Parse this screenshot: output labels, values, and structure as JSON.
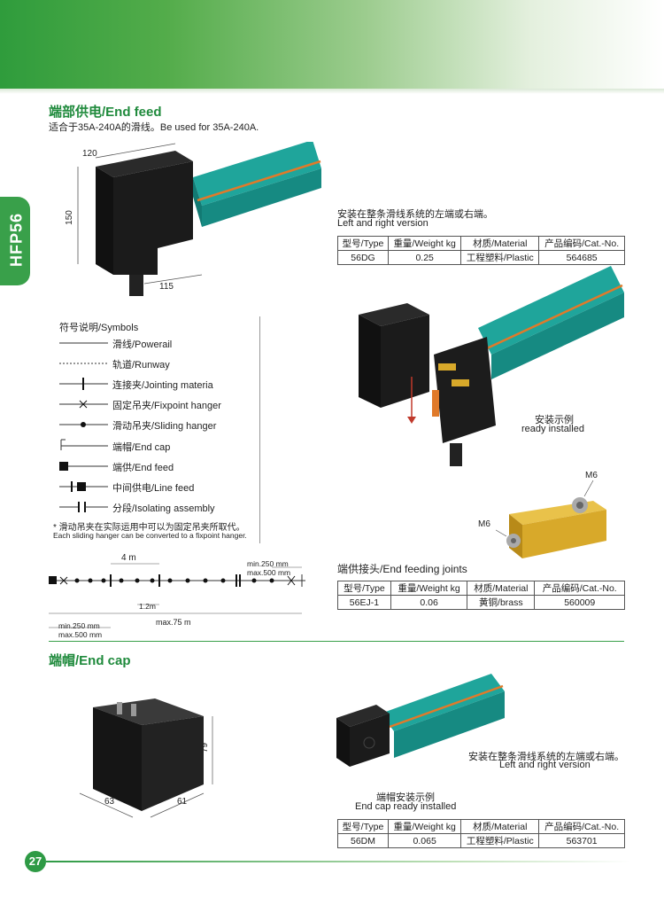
{
  "side_tab": "HFP56",
  "end_feed": {
    "title": "端部供电/End feed",
    "desc": "适合于35A-240A的滑线。Be used for 35A-240A.",
    "dims": {
      "w": "120",
      "h": "150",
      "d": "115"
    },
    "install_note_cn": "安装在整条滑线系统的左端或右端。",
    "install_note_en": "Left and right version",
    "table": {
      "headers": [
        "型号/Type",
        "重量/Weight kg",
        "材质/Material",
        "产品编码/Cat.-No."
      ],
      "row": [
        "56DG",
        "0.25",
        "工程塑料/Plastic",
        "564685"
      ]
    },
    "example_cn": "安装示例",
    "example_en": "ready installed"
  },
  "symbols": {
    "title": "符号说明/Symbols",
    "items": [
      "滑线/Powerail",
      "轨道/Runway",
      "连接夹/Jointing materia",
      "固定吊夹/Fixpoint hanger",
      "滑动吊夹/Sliding hanger",
      "端帽/End cap",
      "端供/End feed",
      "中间供电/Line feed",
      "分段/Isolating assembly"
    ],
    "note_cn": "* 滑动吊夹在实际运用中可以为固定吊夹所取代。",
    "note_en": "Each sliding hanger can be converted to a fixpoint hanger."
  },
  "layout_diagram": {
    "spacing": "4 m",
    "gap": "1.2m",
    "min_right": "min.250 mm",
    "max_right": "max.500 mm",
    "min_left": "min.250 mm",
    "max_left": "max.500 mm",
    "total": "max.75 m"
  },
  "feeding_joints": {
    "title": "端供接头/End feeding joints",
    "bolt": "M6",
    "table": {
      "headers": [
        "型号/Type",
        "重量/Weight kg",
        "材质/Material",
        "产品编码/Cat.-No."
      ],
      "row": [
        "56EJ-1",
        "0.06",
        "黄铜/brass",
        "560009"
      ]
    }
  },
  "end_cap": {
    "title": "端帽/End cap",
    "dims": {
      "h": "79",
      "w": "63",
      "d": "61"
    },
    "install_note_cn": "安装在整条滑线系统的左端或右端。",
    "install_note_en": "Left and right version",
    "example_cn": "端帽安装示例",
    "example_en": "End cap ready installed",
    "table": {
      "headers": [
        "型号/Type",
        "重量/Weight kg",
        "材质/Material",
        "产品编码/Cat.-No."
      ],
      "row": [
        "56DM",
        "0.065",
        "工程塑料/Plastic",
        "563701"
      ]
    }
  },
  "page_number": "27",
  "colors": {
    "brand_green": "#2e9a45",
    "rail_teal": "#1fa59b",
    "stripe_orange": "#e07a2a",
    "brass": "#d8a92a"
  }
}
